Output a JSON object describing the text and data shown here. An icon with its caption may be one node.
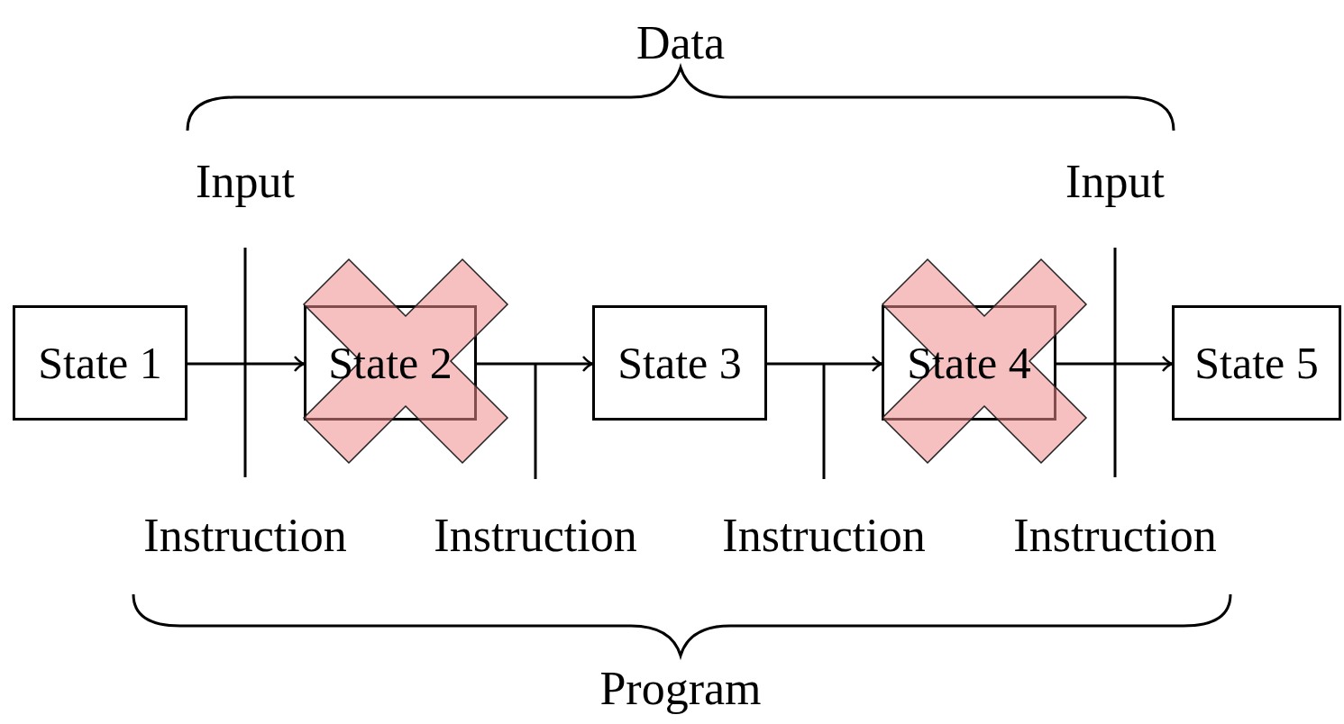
{
  "diagram": {
    "nodes": [
      {
        "text": [
          "State 1"
        ]
      },
      {
        "text": [
          "State 2"
        ]
      },
      {
        "text": [
          "State 3"
        ]
      },
      {
        "text": [
          "State 4"
        ]
      },
      {
        "text": [
          "State 5"
        ]
      }
    ],
    "edges": [
      {
        "from": 0,
        "to": 1,
        "arrow": "to"
      },
      {
        "from": 1,
        "to": 2,
        "arrow": "to"
      },
      {
        "from": 2,
        "to": 3,
        "arrow": "to"
      },
      {
        "from": 3,
        "to": 4,
        "arrow": "to"
      }
    ],
    "labels": [
      "Data",
      "Input",
      "Input",
      "Instruction",
      "Instruction",
      "Instruction",
      "Instruction",
      "Program"
    ]
  }
}
